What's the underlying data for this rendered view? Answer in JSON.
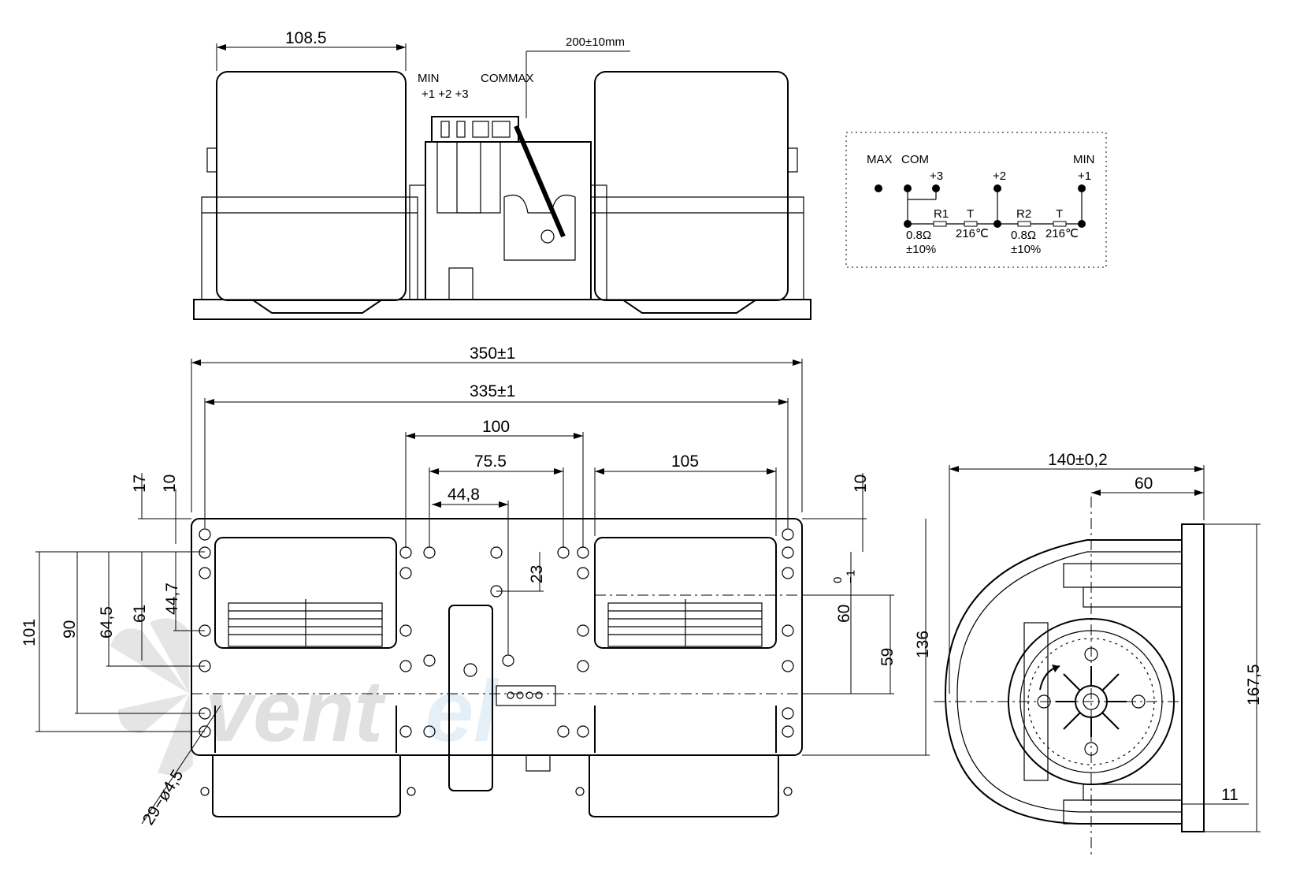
{
  "top_view": {
    "dim_width": "108.5",
    "dim_cable": "200±10mm",
    "lbl_min": "MIN",
    "lbl_com_max": "COMMAX",
    "lbl_terminals": "+1 +2 +3"
  },
  "wiring": {
    "lbl_max": "MAX",
    "lbl_com": "COM",
    "lbl_p3": "+3",
    "lbl_p2": "+2",
    "lbl_min": "MIN",
    "lbl_p1": "+1",
    "r1": "R1",
    "t1": "T",
    "r1_value": "0.8Ω",
    "r1_tol": "±10%",
    "t1_value": "216℃",
    "r2": "R2",
    "t2": "T",
    "r2_value": "0.8Ω",
    "r2_tol": "±10%",
    "t2_value": "216℃"
  },
  "front_view": {
    "dim_total": "350±1",
    "dim_holes": "335±1",
    "dim_100": "100",
    "dim_75_5": "75.5",
    "dim_44_8": "44,8",
    "dim_105": "105",
    "dim_17": "17",
    "dim_10_left": "10",
    "dim_10_right": "10",
    "dim_101": "101",
    "dim_90": "90",
    "dim_64_5": "64,5",
    "dim_61": "61",
    "dim_44_7": "44,7",
    "dim_23": "23",
    "dim_0_1": "0\n−1",
    "dim_60": "60",
    "dim_59": "59",
    "dim_136": "136",
    "dim_holes_spec": "29−ø4,5"
  },
  "side_view": {
    "dim_140": "140±0,2",
    "dim_60": "60",
    "dim_167_5": "167,5",
    "dim_11": "11"
  },
  "watermark": {
    "text_a": "vent",
    "text_b": "el",
    "color_a": "#c8c8c8",
    "color_b": "#cfe3f2"
  }
}
